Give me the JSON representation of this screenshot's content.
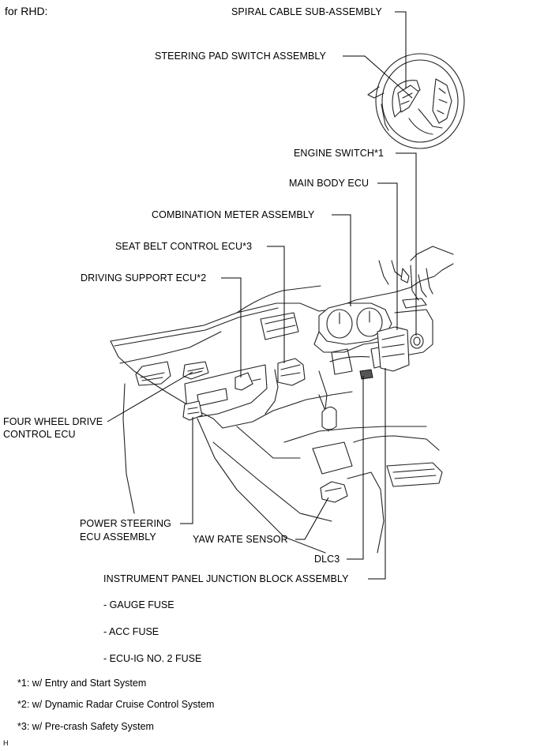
{
  "heading": "for RHD:",
  "labels": {
    "spiral_cable": "SPIRAL CABLE SUB-ASSEMBLY",
    "steering_pad": "STEERING PAD SWITCH ASSEMBLY",
    "engine_switch": "ENGINE SWITCH*1",
    "main_body_ecu": "MAIN BODY ECU",
    "combination_meter": "COMBINATION METER ASSEMBLY",
    "seat_belt_ecu": "SEAT BELT CONTROL ECU*3",
    "driving_support_ecu": "DRIVING SUPPORT ECU*2",
    "four_wheel_line1": "FOUR WHEEL DRIVE",
    "four_wheel_line2": "CONTROL ECU",
    "power_steering_line1": "POWER STEERING",
    "power_steering_line2": "ECU ASSEMBLY",
    "yaw_rate": "YAW RATE SENSOR",
    "dlc3": "DLC3",
    "ip_junction_block": "INSTRUMENT PANEL JUNCTION BLOCK ASSEMBLY"
  },
  "fuses": [
    "- GAUGE FUSE",
    "- ACC FUSE",
    "- ECU-IG NO. 2 FUSE"
  ],
  "footnotes": [
    "*1: w/ Entry and Start System",
    "*2: w/ Dynamic Radar Cruise Control System",
    "*3: w/ Pre-crash Safety System"
  ],
  "figure_code": "H"
}
